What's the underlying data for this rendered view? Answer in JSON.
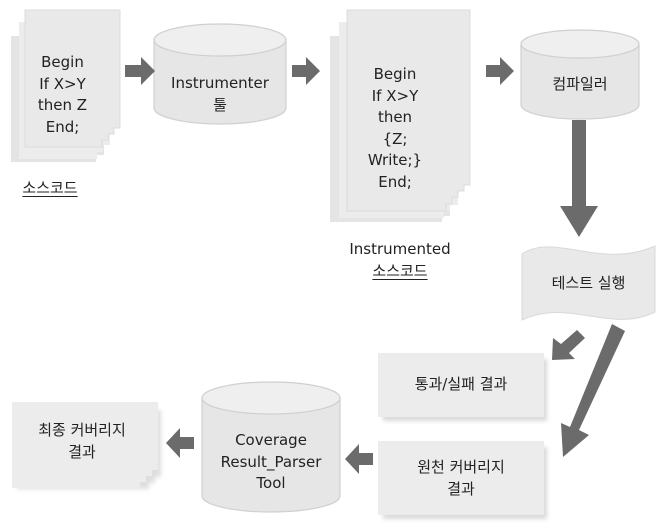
{
  "source_code": {
    "lines": [
      "Begin",
      "If X>Y",
      "then Z",
      "End;"
    ],
    "caption": "소스코드"
  },
  "instrumenter_tool": {
    "lines": [
      "Instrumenter",
      "툴"
    ]
  },
  "instrumented_code": {
    "lines": [
      "Begin",
      "If X>Y",
      "then",
      "{Z;",
      "Write;}",
      "End;"
    ],
    "caption_en": "Instrumented",
    "caption_ko": "소스코드"
  },
  "compiler": {
    "label": "컴파일러"
  },
  "test_run": {
    "label": "테스트 실행"
  },
  "pass_fail_result": {
    "label": "통과/실패 결과"
  },
  "raw_coverage": {
    "lines": [
      "원천 커버리지",
      "결과"
    ]
  },
  "parser_tool": {
    "lines": [
      "Coverage",
      "Result_Parser",
      "Tool"
    ]
  },
  "final_coverage": {
    "lines": [
      "최종 커버리지",
      "결과"
    ]
  },
  "colors": {
    "shape_fill": "#e9e9e9",
    "shape_stroke": "#d5d5d5",
    "arrow": "#6b6b6b",
    "text": "#222222"
  }
}
